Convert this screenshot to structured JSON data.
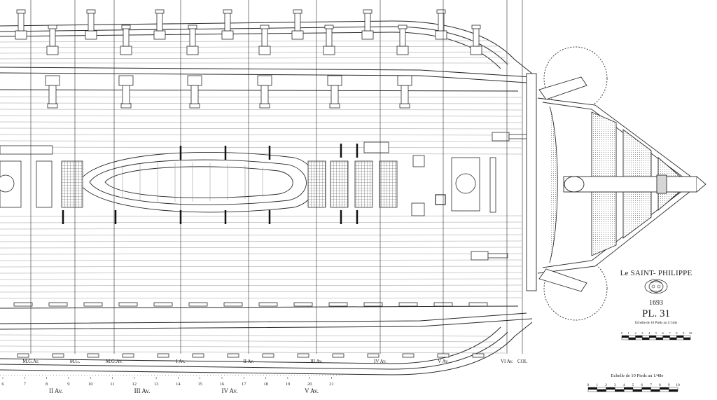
{
  "title": {
    "ship_name": "Le SAINT- PHILIPPE",
    "year": "1693",
    "plate": "PL. 31",
    "small_scale_label": "Echelle de 10 Pieds au 1/144e",
    "small_scale_ticks": [
      "0",
      "1",
      "2",
      "3",
      "4",
      "5",
      "6",
      "7",
      "8",
      "9",
      "10"
    ]
  },
  "frame_labels": [
    {
      "text": "M.G.Ar."
    },
    {
      "text": "M.G."
    },
    {
      "text": "M.G.Av."
    },
    {
      "text": "I Av."
    },
    {
      "text": "II Av."
    },
    {
      "text": "III Av."
    },
    {
      "text": "IV Av."
    },
    {
      "text": "V Av."
    },
    {
      "text": "VI Av."
    },
    {
      "text": "COL"
    }
  ],
  "station_numbers": [
    "6",
    "7",
    "8",
    "9",
    "10",
    "11",
    "12",
    "13",
    "14",
    "15",
    "16",
    "17",
    "18",
    "19",
    "20",
    "21"
  ],
  "station_group_labels": [
    "II Av.",
    "III Av.",
    "IV Av.",
    "V Av."
  ],
  "bottom_scale": {
    "label": "Echelle de 10 Pieds au 1/48e",
    "ticks": [
      "0",
      "1",
      "2",
      "3",
      "4",
      "5",
      "6",
      "7",
      "8",
      "9",
      "10"
    ]
  },
  "colors": {
    "ink": "#2a2a2a",
    "planking": "#9a9a9a",
    "grating": "#444444",
    "accent": "#7a6a3a"
  }
}
